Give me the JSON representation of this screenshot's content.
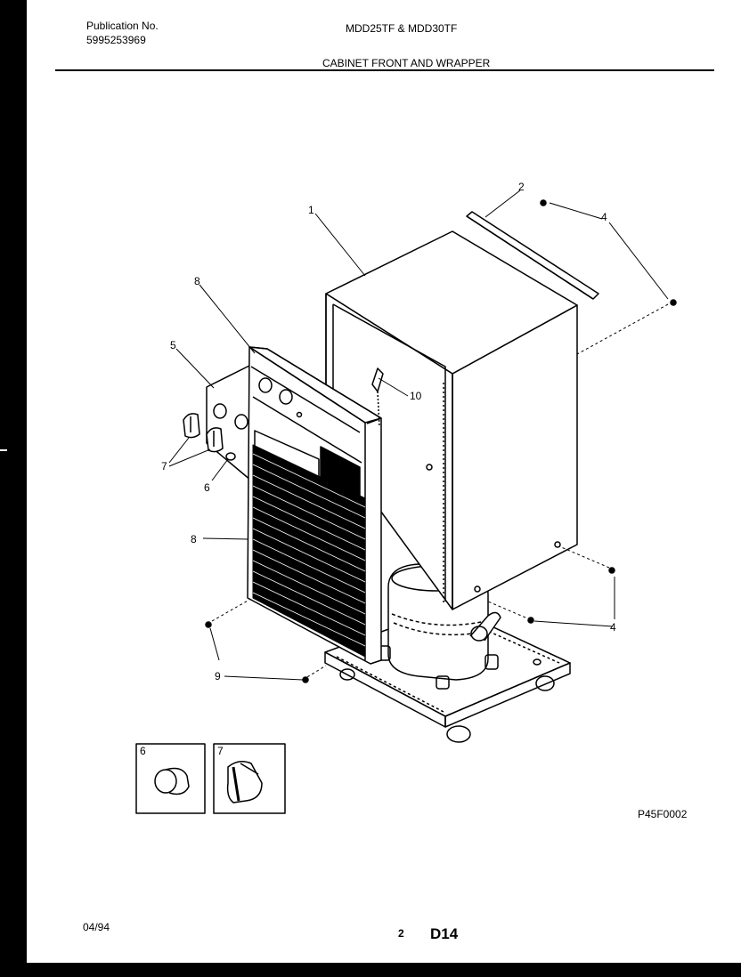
{
  "header": {
    "publication_label": "Publication No.",
    "publication_number": "5995253969",
    "models": "MDD25TF & MDD30TF",
    "section_title": "CABINET FRONT AND WRAPPER"
  },
  "callouts": [
    {
      "id": "c1",
      "label": "1"
    },
    {
      "id": "c2",
      "label": "2"
    },
    {
      "id": "c4a",
      "label": "4"
    },
    {
      "id": "c4b",
      "label": "4"
    },
    {
      "id": "c5",
      "label": "5"
    },
    {
      "id": "c6",
      "label": "6"
    },
    {
      "id": "c7",
      "label": "7"
    },
    {
      "id": "c8a",
      "label": "8"
    },
    {
      "id": "c8b",
      "label": "8"
    },
    {
      "id": "c9",
      "label": "9"
    },
    {
      "id": "c10",
      "label": "10"
    }
  ],
  "inset_labels": {
    "knob_6": "6",
    "knob_7": "7"
  },
  "diagram_code": "P45F0002",
  "footer": {
    "date": "04/94",
    "page_number": "2",
    "page_code": "D14"
  }
}
